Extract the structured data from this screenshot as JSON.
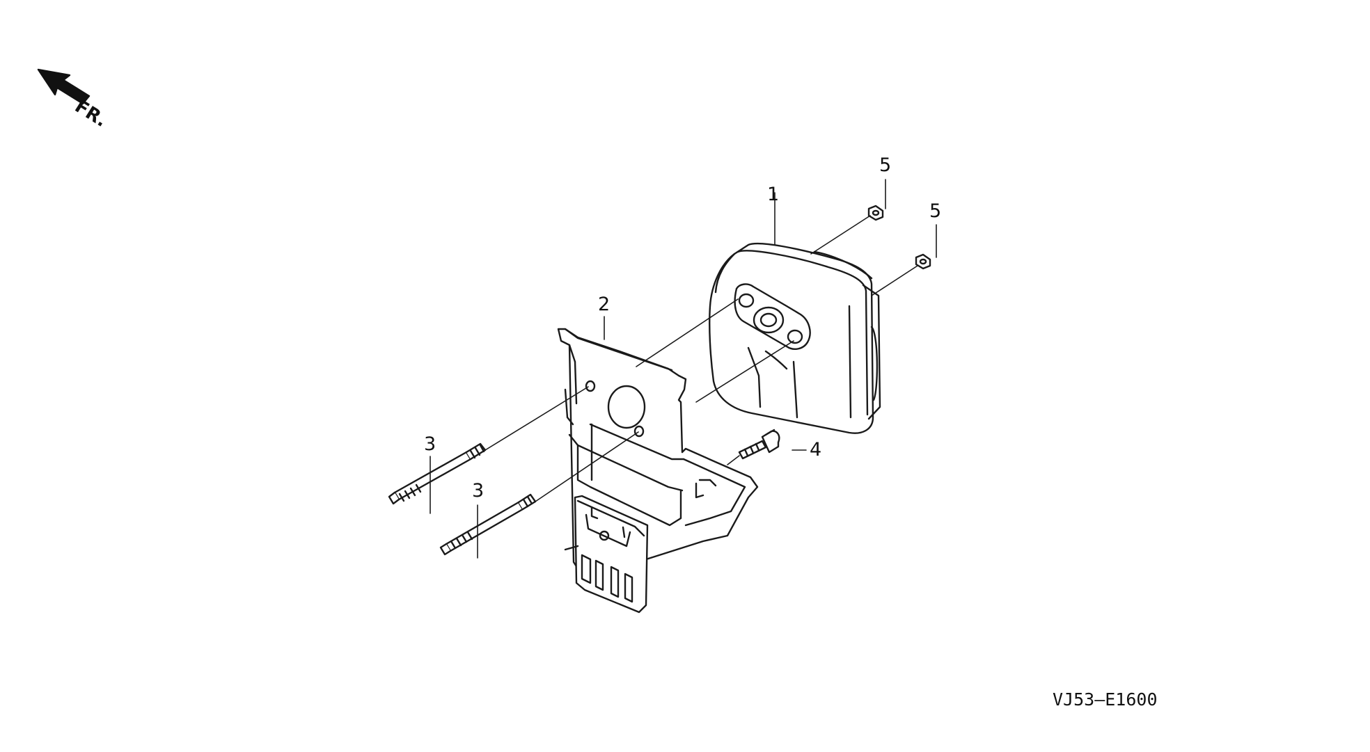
{
  "direction": {
    "label": "FR."
  },
  "callouts": {
    "c1": "1",
    "c2": "2",
    "c3a": "3",
    "c3b": "3",
    "c4": "4",
    "c5a": "5",
    "c5b": "5"
  },
  "diagram_code": "VJ53–E1600",
  "parts": [
    {
      "ref": "1",
      "icon": "muffler-icon"
    },
    {
      "ref": "2",
      "icon": "muffler-protector-bracket-icon"
    },
    {
      "ref": "3",
      "icon": "stud-bolt-icon"
    },
    {
      "ref": "4",
      "icon": "flange-bolt-icon"
    },
    {
      "ref": "5",
      "icon": "flange-nut-icon"
    }
  ]
}
